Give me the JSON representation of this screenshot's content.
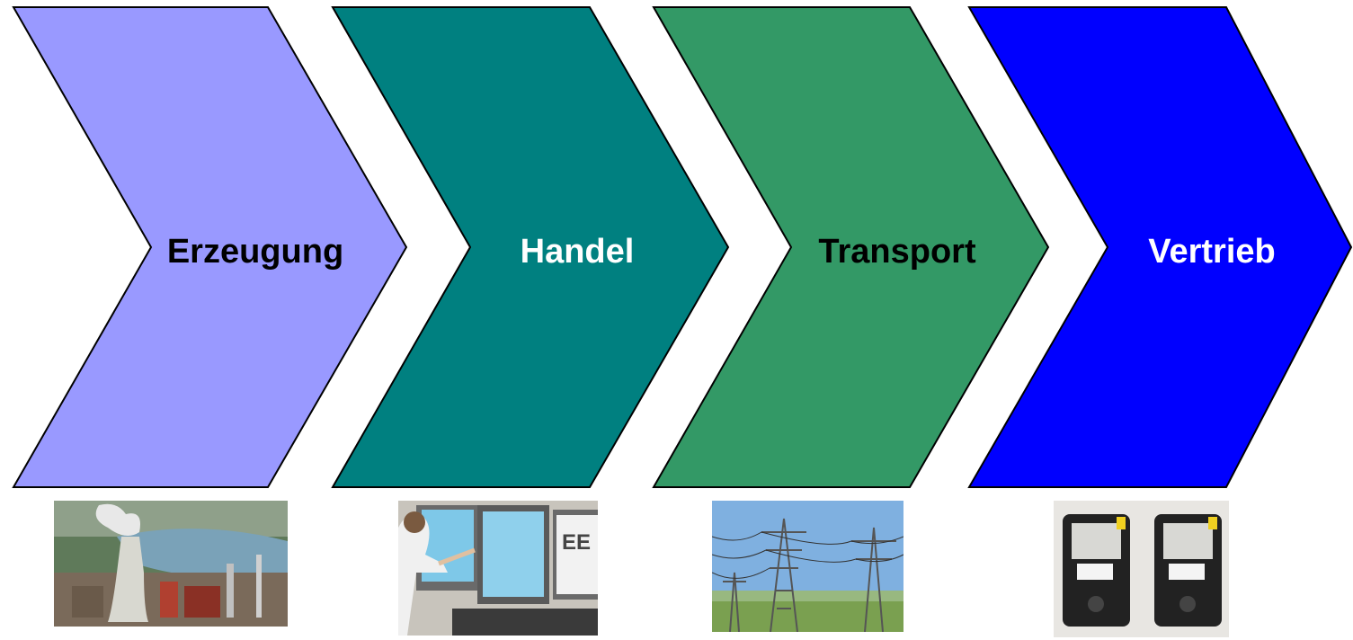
{
  "steps": [
    {
      "id": "erzeugung",
      "label": "Erzeugung",
      "fill": "#9999ff",
      "text_color": "#000000",
      "photo": "power-plant-photo"
    },
    {
      "id": "handel",
      "label": "Handel",
      "fill": "#008080",
      "text_color": "#ffffff",
      "photo": "trading-desk-photo"
    },
    {
      "id": "transport",
      "label": "Transport",
      "fill": "#339966",
      "text_color": "#000000",
      "photo": "power-lines-photo"
    },
    {
      "id": "vertrieb",
      "label": "Vertrieb",
      "fill": "#0000ff",
      "text_color": "#ffffff",
      "photo": "electricity-meters-photo"
    }
  ],
  "colors": {
    "outline": "#000000",
    "background": "#ffffff"
  }
}
